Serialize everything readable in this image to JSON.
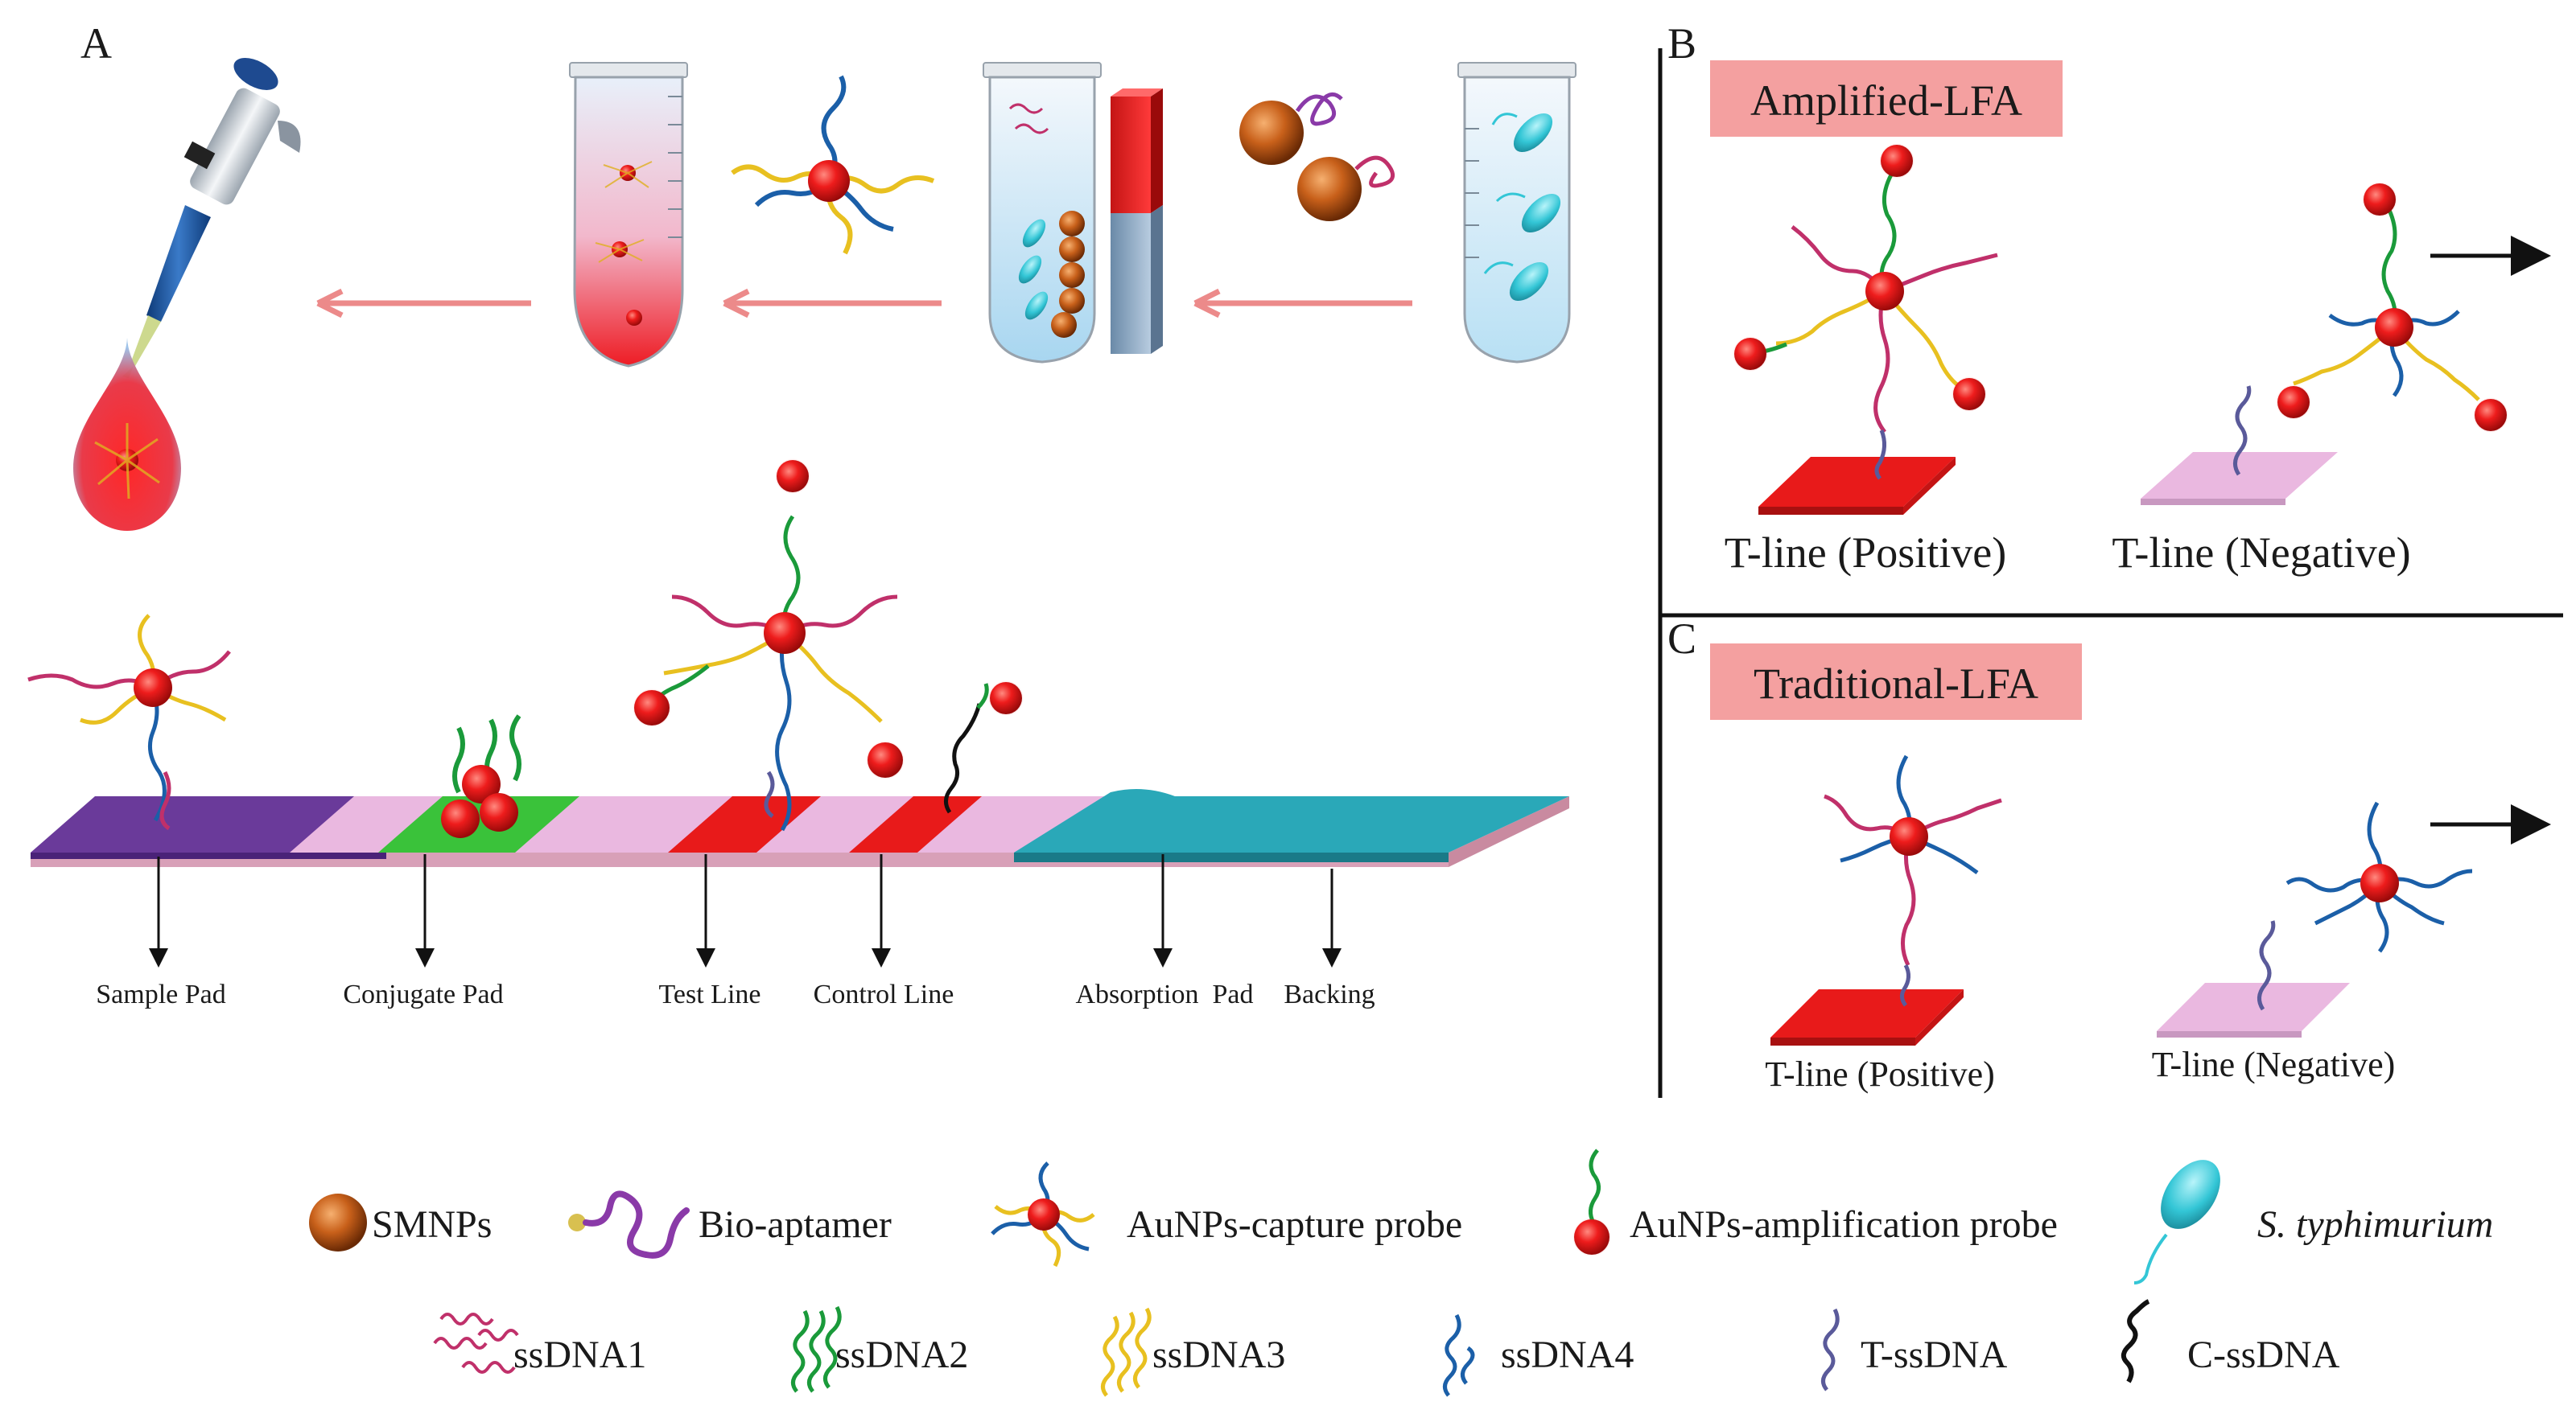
{
  "panels": {
    "a": "A",
    "b": "B",
    "c": "C"
  },
  "strip_labels": {
    "sample_pad": "Sample Pad",
    "conjugate_pad": "Conjugate Pad",
    "test_line": "Test Line",
    "control_line": "Control Line",
    "absorption_pad": "Absorption  Pad",
    "backing": "Backing"
  },
  "panel_b": {
    "banner": "Amplified-LFA",
    "positive": "T-line (Positive)",
    "negative": "T-line (Negative)"
  },
  "panel_c": {
    "banner": "Traditional-LFA",
    "positive": "T-line (Positive)",
    "negative": "T-line (Negative)"
  },
  "legend": {
    "smnps": "SMNPs",
    "bio_aptamer": "Bio-aptamer",
    "capture_probe": "AuNPs-capture probe",
    "amplification_probe": "AuNPs-amplification probe",
    "s_typhimurium": "S. typhimurium",
    "ssdna1": "ssDNA1",
    "ssdna2": "ssDNA2",
    "ssdna3": "ssDNA3",
    "ssdna4": "ssDNA4",
    "t_ssdna": "T-ssDNA",
    "c_ssdna": "C-ssDNA"
  },
  "colors": {
    "ssdna1": "#c0306a",
    "ssdna2": "#1a9a3a",
    "ssdna3": "#e8c020",
    "ssdna4": "#1b5fa8",
    "t_ssdna": "#5a5a9a",
    "c_ssdna": "#111111",
    "aunp": "#e8141a",
    "smnp": "#c8601a",
    "bacteria": "#33c6d6",
    "aptamer": "#8a3aa8",
    "banner_bg": "#f4a0a0",
    "arrow_pink": "#ec8a8a",
    "pad_purple": "#6a3a9a",
    "pad_green": "#3ac23a",
    "pad_pink": "#eab8e0",
    "line_red": "#e81a1a",
    "pad_teal": "#2aa8b8"
  }
}
